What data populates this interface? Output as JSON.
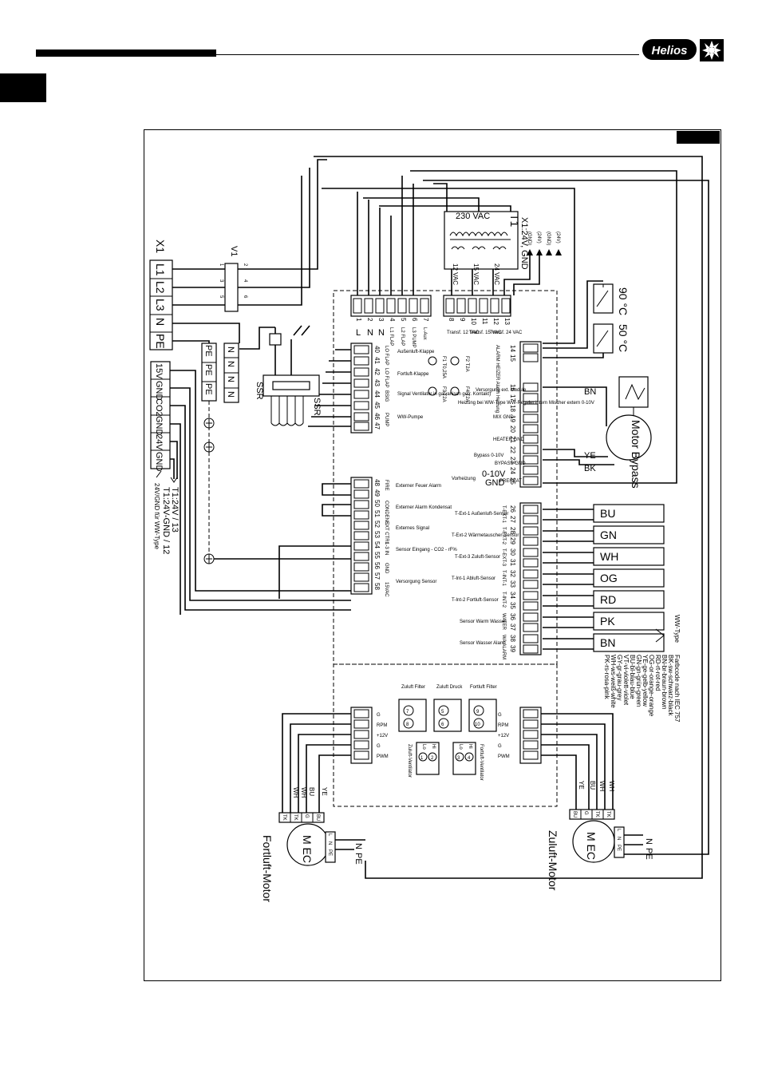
{
  "brand": {
    "logo_text": "Helios"
  },
  "mains": {
    "header": "X1",
    "terminals": [
      "L1",
      "L2",
      "L3",
      "N",
      "PE"
    ]
  },
  "fuse": {
    "label": "V1",
    "pins": [
      "1",
      "2",
      "3",
      "4",
      "5",
      "6"
    ]
  },
  "neutral_block": {
    "pe": [
      "PE",
      "PE",
      "PE"
    ],
    "n": [
      "N",
      "N",
      "N",
      "N"
    ]
  },
  "lowvolt": {
    "terminals": [
      "15V",
      "GND",
      "CO2",
      "GND",
      "24V",
      "GND"
    ],
    "notes": [
      "T1:24V / 13",
      "T1:24V-GND / 12",
      "24V/GND für WW-Type"
    ]
  },
  "ssr": {
    "labels": [
      "SSR",
      "SSR"
    ]
  },
  "transformer": {
    "name": "T1",
    "primary": "230 VAC",
    "output_label": "X1:24V, GND",
    "taps": [
      "(GND)",
      "(24V)",
      "(GND)",
      "(24V)"
    ],
    "secondaries": [
      "12 VAC",
      "15 VAC",
      "24 VAC"
    ]
  },
  "top_terminals": {
    "numbers": [
      "1",
      "2",
      "3",
      "4",
      "5",
      "6",
      "7"
    ],
    "labels": [
      "L",
      "N",
      "N",
      "L1 FLAP",
      "L2 FLAP",
      "L3 PUMP",
      "L-Aux"
    ]
  },
  "trafo_terminals": {
    "numbers": [
      "8",
      "9",
      "10",
      "11",
      "12",
      "13"
    ],
    "labels": [
      "Transf. 12 VAC",
      "Transf. 15 VAC",
      "Transf. 24 VAC"
    ]
  },
  "left_terminals": {
    "numbers": [
      "40",
      "41",
      "42",
      "43",
      "44",
      "45",
      "46",
      "47"
    ],
    "codes": [
      "LO FLAP",
      "FLAP",
      "LO FLAP",
      "LO FLAP",
      "BSIG",
      "BOUT",
      "PUMP",
      "MX"
    ],
    "descriptions": [
      "Außenluft-Klappe",
      "Fortluft-Klappe",
      "Signal Ventilator in galvanisch getr. Kontakt)",
      "WW-Pumpe"
    ],
    "fuses": [
      "F1 T0,25A",
      "F2 T2A",
      "F3 T2A",
      "F4 T2A"
    ]
  },
  "left_terminals2": {
    "numbers": [
      "48",
      "49",
      "50",
      "51",
      "52",
      "53",
      "54",
      "55",
      "56",
      "57",
      "58"
    ],
    "codes": [
      "FIRE",
      "CONDENS",
      "EXT CTRL",
      "1-3 IN",
      "GND",
      "15VAC"
    ],
    "descriptions": [
      "Externer Feuer Alarm",
      "Externer Alarm Kondensat",
      "Externes Signal",
      "Sensor Eingang - CO2 - rF%",
      "Versorgung Sensor"
    ]
  },
  "right_terminals": {
    "numbers": [
      "14",
      "15",
      "16",
      "17",
      "18",
      "19",
      "20",
      "21",
      "22",
      "23",
      "24",
      "25"
    ],
    "descriptions": [
      "ALARM HEIZER Alarm Heizung",
      "Versorgung ext. Module",
      "Heizung bei WW-Type WW-Regeler intern Mischer extern 0-10V",
      "MIX GND",
      "HEATER GND",
      "Bypass 0-10V",
      "BYPASS GND",
      "Vorheizung",
      "0-10V",
      "GND",
      "PREHEAT"
    ]
  },
  "sensor_terminals": {
    "numbers": [
      "26",
      "27",
      "28",
      "29",
      "30",
      "31",
      "32",
      "33",
      "34",
      "35",
      "36",
      "37",
      "38",
      "39"
    ],
    "codes": [
      "T-EXT-1",
      "T-EXT-2",
      "T-EXT-3",
      "T-INT-1",
      "T-INT-2",
      "WATER",
      "WA ALARM"
    ],
    "descriptions": [
      "T-Ext-1 Außenluft-Sensor",
      "T-Ext-2 Wärmetauscher-Sensor",
      "T-Ext-3 Zuluft-Sensor",
      "T-Int-1 Abluft-Sensor",
      "T-Int-2 Fortluft-Sensor",
      "Sensor Warm Wasser",
      "Sensor Wasser Alarm"
    ]
  },
  "wire_colors": [
    "BU",
    "GN",
    "WH",
    "OG",
    "RD",
    "PK",
    "BN"
  ],
  "legend": {
    "title": "Farbcode nach IEC 757",
    "items": [
      "BK-sw-schwarz-black",
      "BN-br-braun-brown",
      "RD-rt-rot-red",
      "OG-or-orange-orange",
      "YE-ge-gelb-yellow",
      "GN-gn-grün-green",
      "BU-bl-blau-blue",
      "VT-vi-violett-violet",
      "GY-gr-grau-grey",
      "WH-ws-weiß-white",
      "PK-rs-rosa-pink"
    ],
    "ww_type": "WW-Type"
  },
  "bypass": {
    "label": "Motor Bypass",
    "wires": [
      "BN",
      "YE",
      "BK"
    ]
  },
  "thermostats": [
    "90 °C",
    "50 °C"
  ],
  "filters": [
    {
      "title": "Zuluft Filter",
      "nums": [
        "7",
        "8"
      ]
    },
    {
      "title": "Zuluft Druck",
      "nums": [
        "5",
        "6"
      ]
    },
    {
      "title": "Fortluft Filter",
      "nums": [
        "9",
        "10"
      ]
    }
  ],
  "fan_connectors": {
    "left_labels": [
      "G",
      "RPM",
      "+12V",
      "G",
      "PWM"
    ],
    "right_labels": [
      "G",
      "RPM",
      "+12V",
      "G",
      "PWM"
    ],
    "zuluft_vent": {
      "title": "Zuluft-Ventilator",
      "nums": [
        "1",
        "2"
      ],
      "lohi": [
        "Lo",
        "Hi"
      ]
    },
    "fortluft_vent": {
      "title": "Fortluft-Ventilator",
      "nums": [
        "3",
        "4"
      ],
      "lohi": [
        "Lo",
        "Hi"
      ]
    }
  },
  "motors": {
    "fortluft": {
      "label": "Fortluft-Motor",
      "ec": "M EC",
      "pins": [
        "TK",
        "TK",
        "G",
        "BU"
      ],
      "wires": [
        "WH",
        "WH",
        "BU",
        "YE"
      ],
      "supply": [
        "N",
        "PE"
      ]
    },
    "zuluft": {
      "label": "Zuluft-Motor",
      "ec": "M EC",
      "pins": [
        "BU",
        "G",
        "TK",
        "TK"
      ],
      "wires": [
        "YE",
        "BU",
        "WH",
        "WH"
      ],
      "supply": [
        "N",
        "PE"
      ]
    }
  },
  "letters_lnpe": [
    "L",
    "N",
    "PE"
  ]
}
